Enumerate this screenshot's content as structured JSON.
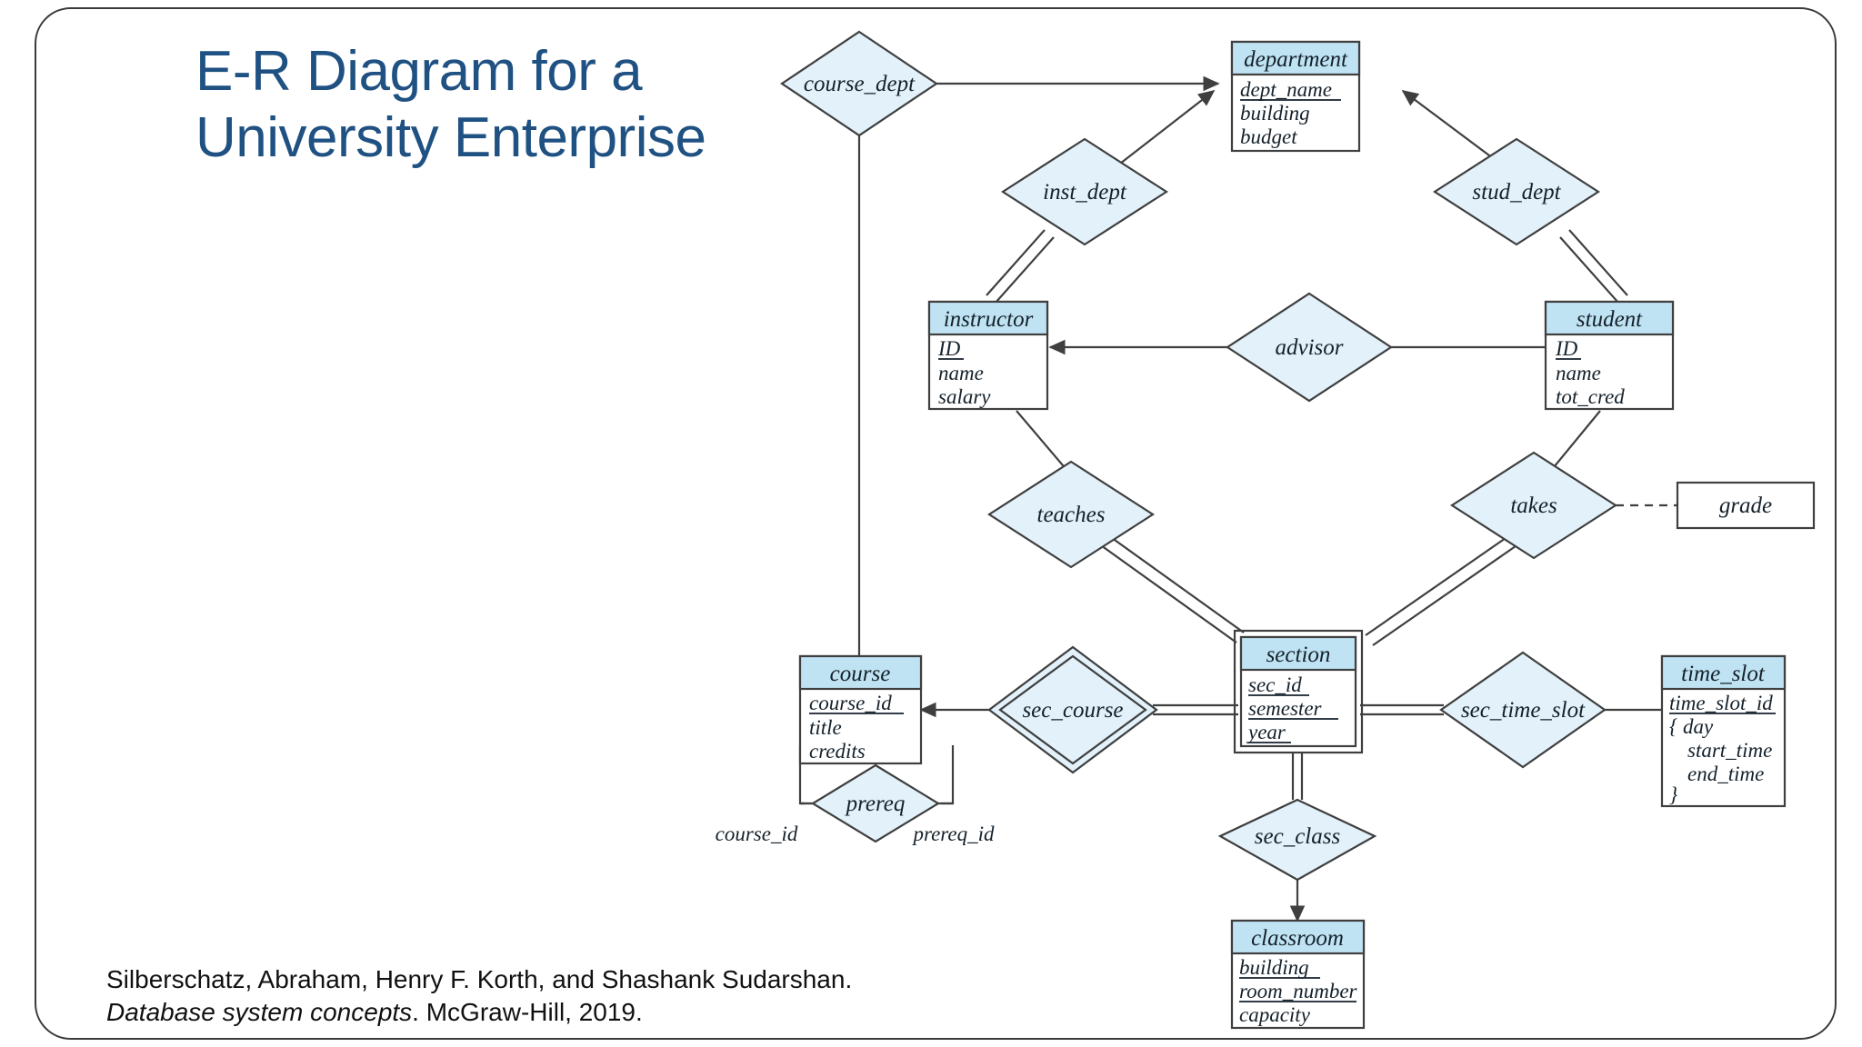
{
  "slide": {
    "title_line1": "E-R Diagram for a",
    "title_line2": "University Enterprise",
    "title_color": "#1f5182",
    "citation_part1": "Silberschatz, Abraham, Henry F. Korth, and Shashank Sudarshan. ",
    "citation_italic": "Database system concepts",
    "citation_part2": ". McGraw-Hill, 2019."
  },
  "colors": {
    "entity_header": "#bfe3f3",
    "entity_body": "#ffffff",
    "relationship_fill": "#e2f1fa",
    "stroke": "#3f3f3f",
    "title": "#1f5182"
  },
  "diagram": {
    "type": "entity-relationship",
    "entities": [
      {
        "id": "department",
        "name": "department",
        "weak": false,
        "attributes": [
          {
            "label": "dept_name",
            "key": true
          },
          {
            "label": "building",
            "key": false
          },
          {
            "label": "budget",
            "key": false
          }
        ]
      },
      {
        "id": "instructor",
        "name": "instructor",
        "weak": false,
        "attributes": [
          {
            "label": "ID",
            "key": true
          },
          {
            "label": "name",
            "key": false
          },
          {
            "label": "salary",
            "key": false
          }
        ]
      },
      {
        "id": "student",
        "name": "student",
        "weak": false,
        "attributes": [
          {
            "label": "ID",
            "key": true
          },
          {
            "label": "name",
            "key": false
          },
          {
            "label": "tot_cred",
            "key": false
          }
        ]
      },
      {
        "id": "course",
        "name": "course",
        "weak": false,
        "attributes": [
          {
            "label": "course_id",
            "key": true
          },
          {
            "label": "title",
            "key": false
          },
          {
            "label": "credits",
            "key": false
          }
        ]
      },
      {
        "id": "section",
        "name": "section",
        "weak": true,
        "attributes": [
          {
            "label": "sec_id",
            "key": true
          },
          {
            "label": "semester",
            "key": true
          },
          {
            "label": "year",
            "key": true
          }
        ]
      },
      {
        "id": "time_slot",
        "name": "time_slot",
        "weak": false,
        "attributes": [
          {
            "label": "time_slot_id",
            "key": true
          },
          {
            "label": "{  day",
            "key": false
          },
          {
            "label": "start_time",
            "key": false
          },
          {
            "label": "end_time",
            "key": false
          },
          {
            "label": "}",
            "key": false
          }
        ]
      },
      {
        "id": "classroom",
        "name": "classroom",
        "weak": false,
        "attributes": [
          {
            "label": "building",
            "key": true
          },
          {
            "label": "room_number",
            "key": true
          },
          {
            "label": "capacity",
            "key": false
          }
        ]
      }
    ],
    "relationships": [
      {
        "id": "course_dept",
        "name": "course_dept",
        "identifying": false
      },
      {
        "id": "inst_dept",
        "name": "inst_dept",
        "identifying": false
      },
      {
        "id": "stud_dept",
        "name": "stud_dept",
        "identifying": false
      },
      {
        "id": "advisor",
        "name": "advisor",
        "identifying": false
      },
      {
        "id": "teaches",
        "name": "teaches",
        "identifying": false
      },
      {
        "id": "takes",
        "name": "takes",
        "identifying": false
      },
      {
        "id": "sec_course",
        "name": "sec_course",
        "identifying": true
      },
      {
        "id": "sec_time_slot",
        "name": "sec_time_slot",
        "identifying": false
      },
      {
        "id": "sec_class",
        "name": "sec_class",
        "identifying": false
      },
      {
        "id": "prereq",
        "name": "prereq",
        "identifying": false
      }
    ],
    "descriptive_attributes": [
      {
        "id": "grade",
        "name": "grade",
        "owner": "takes"
      }
    ],
    "role_labels": [
      {
        "id": "course_id_role",
        "name": "course_id",
        "relationship": "prereq"
      },
      {
        "id": "prereq_id_role",
        "name": "prereq_id",
        "relationship": "prereq"
      }
    ]
  }
}
